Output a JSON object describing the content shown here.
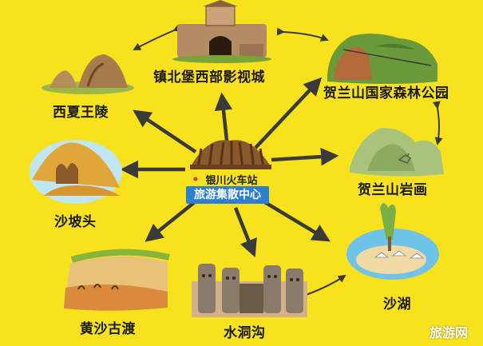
{
  "hub": {
    "station": "银川火车站",
    "center": "旅游集散中心"
  },
  "attractions": {
    "zhenbeibao": "镇北堡西部影视城",
    "xixia": "西夏王陵",
    "helan_forest": "贺兰山国家森林公园",
    "shapotou": "沙坡头",
    "helan_rock": "贺兰山岩画",
    "huangsha": "黄沙古渡",
    "shuidonggou": "水洞沟",
    "shahu": "沙湖"
  },
  "watermark": "旅游网",
  "colors": {
    "background": "#f7e21d",
    "arrow": "#3a3a3a",
    "hub_box": "#2d7fd1"
  }
}
